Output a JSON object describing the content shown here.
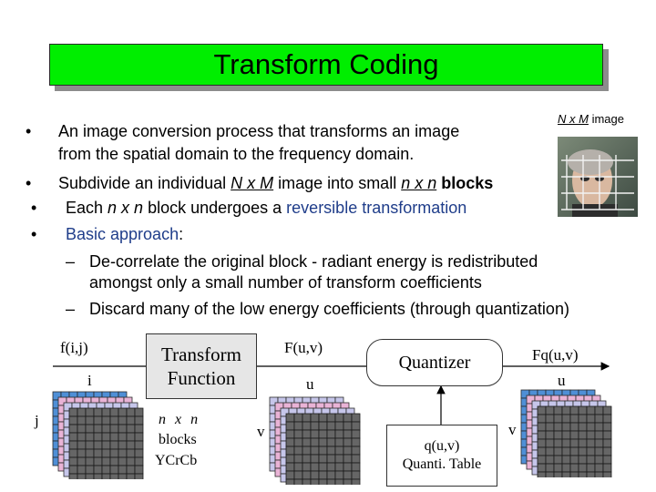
{
  "title": "Transform Coding",
  "photo_caption": {
    "nxm": "N x M",
    "rest": " image"
  },
  "bullets": [
    {
      "marker": "•",
      "line1": "An image conversion process that transforms an image",
      "line2": "from the spatial domain to the frequency domain."
    },
    {
      "marker": "•",
      "pre": "Subdivide an individual ",
      "nxm": "N x M",
      "mid": " image into small ",
      "nxn": "n x n",
      "post": " blocks"
    },
    {
      "marker": "•",
      "pre": "Each ",
      "nxn": "n x n",
      "mid": " block undergoes a ",
      "highlight": "reversible transformation"
    },
    {
      "marker": "•",
      "highlight": "Basic approach",
      "post": ":"
    }
  ],
  "sub_bullets": [
    {
      "marker": "–",
      "line1": "De-correlate the original block - radiant energy is redistributed",
      "line2": "amongst only a small number of transform coefficients"
    },
    {
      "marker": "–",
      "line1": "Discard many of the low energy coefficients (through quantization)"
    }
  ],
  "colors": {
    "title_bg": "#00ee00",
    "highlight": "#1f3d8a",
    "grid_blue": "#4f8fd6",
    "grid_pink": "#e9b3d6",
    "grid_lavender": "#c6c6ea",
    "grid_dark": "#666666"
  },
  "diagram": {
    "input_label": "f(i,j)",
    "i_label": "i",
    "j_label": "j",
    "transform_line1": "Transform",
    "transform_line2": "Function",
    "block_line1": "n x n",
    "block_line2": "blocks",
    "block_line3": "YCrCb",
    "freq_label": "F(u,v)",
    "u_label": "u",
    "v_label": "v",
    "quantizer": "Quantizer",
    "q_label": "q(u,v)",
    "q_table": "Quanti. Table",
    "output_label": "Fq(u,v)",
    "u2_label": "u",
    "v2_label": "v"
  }
}
